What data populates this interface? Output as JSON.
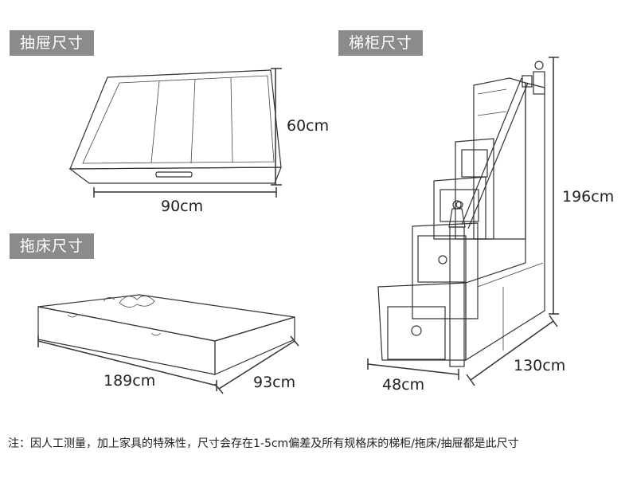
{
  "labels": {
    "drawer": "抽屉尺寸",
    "stair": "梯柜尺寸",
    "trundle": "拖床尺寸"
  },
  "dimensions": {
    "drawer_height": "60cm",
    "drawer_width": "90cm",
    "stair_height": "196cm",
    "stair_depth": "130cm",
    "stair_width": "48cm",
    "trundle_length": "189cm",
    "trundle_width": "93cm"
  },
  "note": "注：因人工测量，加上家具的特殊性，尺寸会存在1-5cm偏差及所有规格床的梯柜/拖床/抽屉都是此尺寸",
  "colors": {
    "tag_bg": "#8b8b8b",
    "tag_text": "#ffffff",
    "line": "#333333"
  }
}
